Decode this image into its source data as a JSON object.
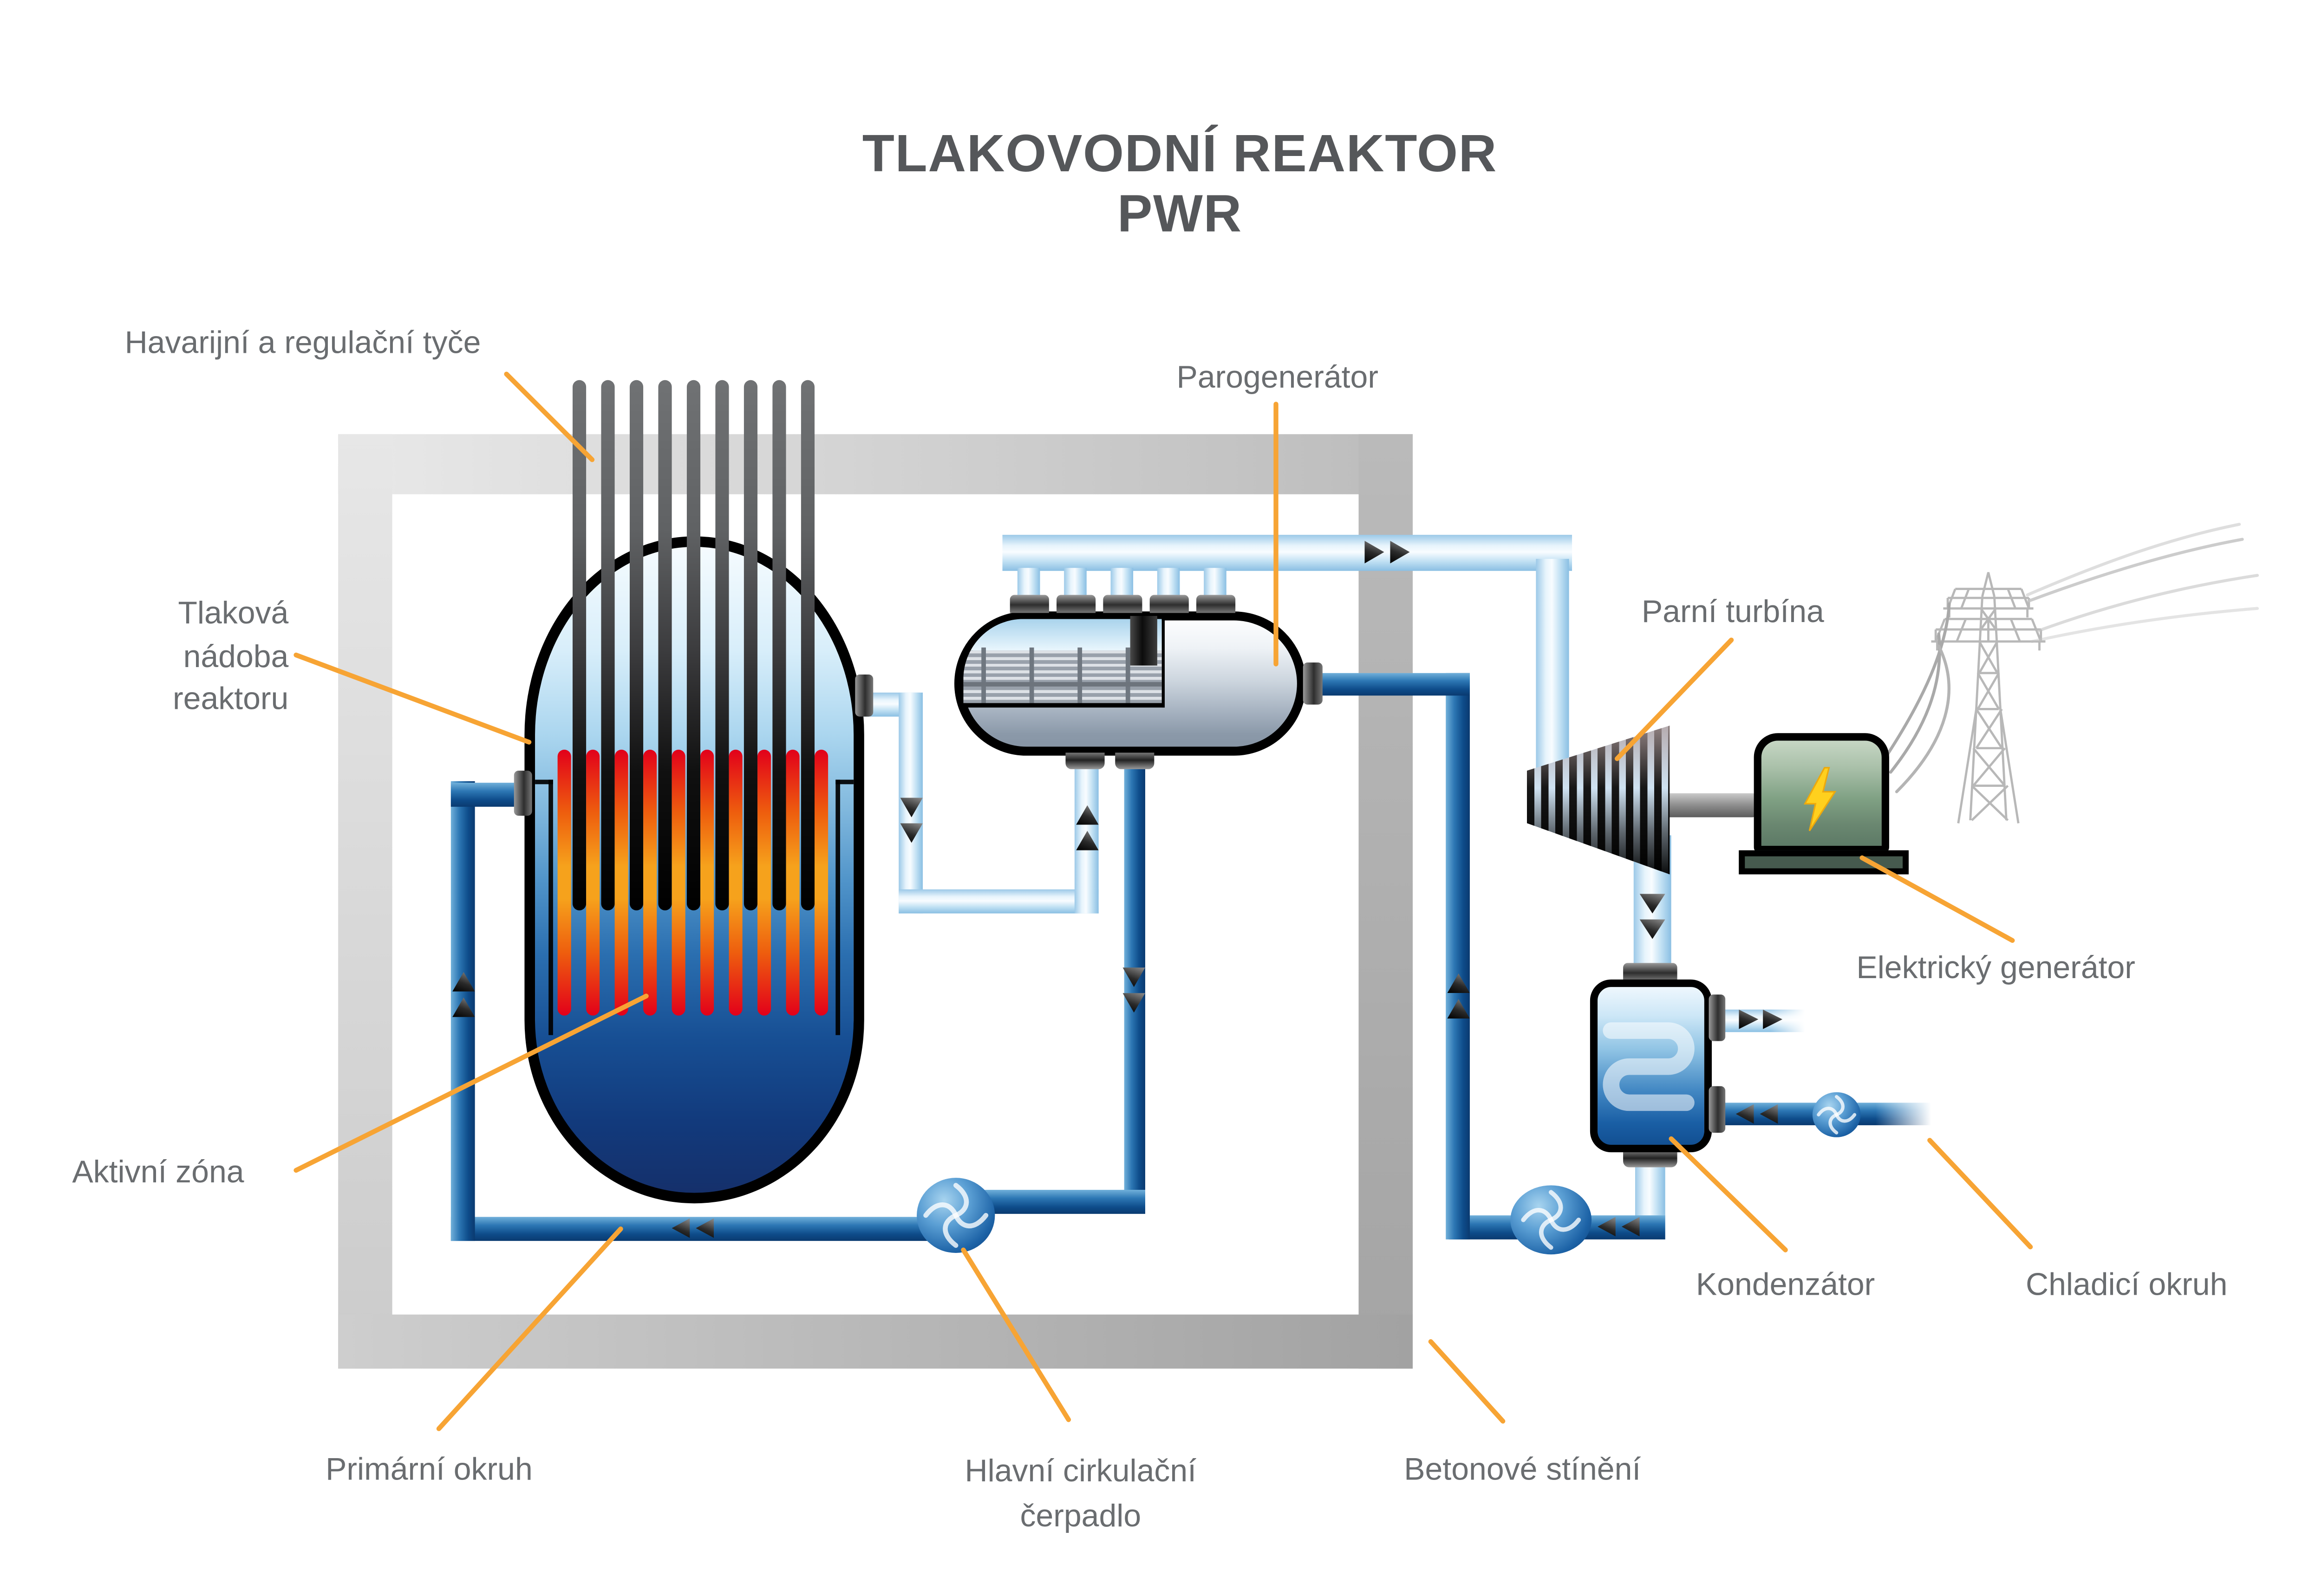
{
  "title": "TLAKOVODNÍ REAKTOR PWR",
  "labels": {
    "control_rods": "Havarijní a regulační tyče",
    "pressure_vessel_l1": "Tlaková",
    "pressure_vessel_l2": "nádoba",
    "pressure_vessel_l3": "reaktoru",
    "core": "Aktivní zóna",
    "primary_circuit": "Primární okruh",
    "main_pump_l1": "Hlavní cirkulační",
    "main_pump_l2": "čerpadlo",
    "concrete_shield": "Betonové stínění",
    "steam_generator": "Parogenerátor",
    "steam_turbine": "Parní turbína",
    "electric_generator": "Elektrický generátor",
    "condenser": "Kondenzátor",
    "cooling_circuit": "Chladicí okruh"
  },
  "icons": {
    "generator_symbol": "lightning-bolt",
    "pump_symbol": "impeller-swirl",
    "flow_marker": "double-chevron-arrow",
    "grid_symbol": "transmission-tower"
  },
  "colors": {
    "leader_orange": "#F7A434",
    "label_gray": "#6A6D70",
    "title_gray": "#55575A",
    "primary_pipe_blue": "#0E4C8A",
    "secondary_pipe_blue": "#BEE0F4",
    "fuel_rod_red": "#E2001A",
    "fuel_rod_orange": "#F6A21C",
    "control_rod_gray": "#606264",
    "concrete_gray": "#BFBFBF",
    "generator_green": "#80A184",
    "bolt_yellow": "#FFD01E"
  }
}
